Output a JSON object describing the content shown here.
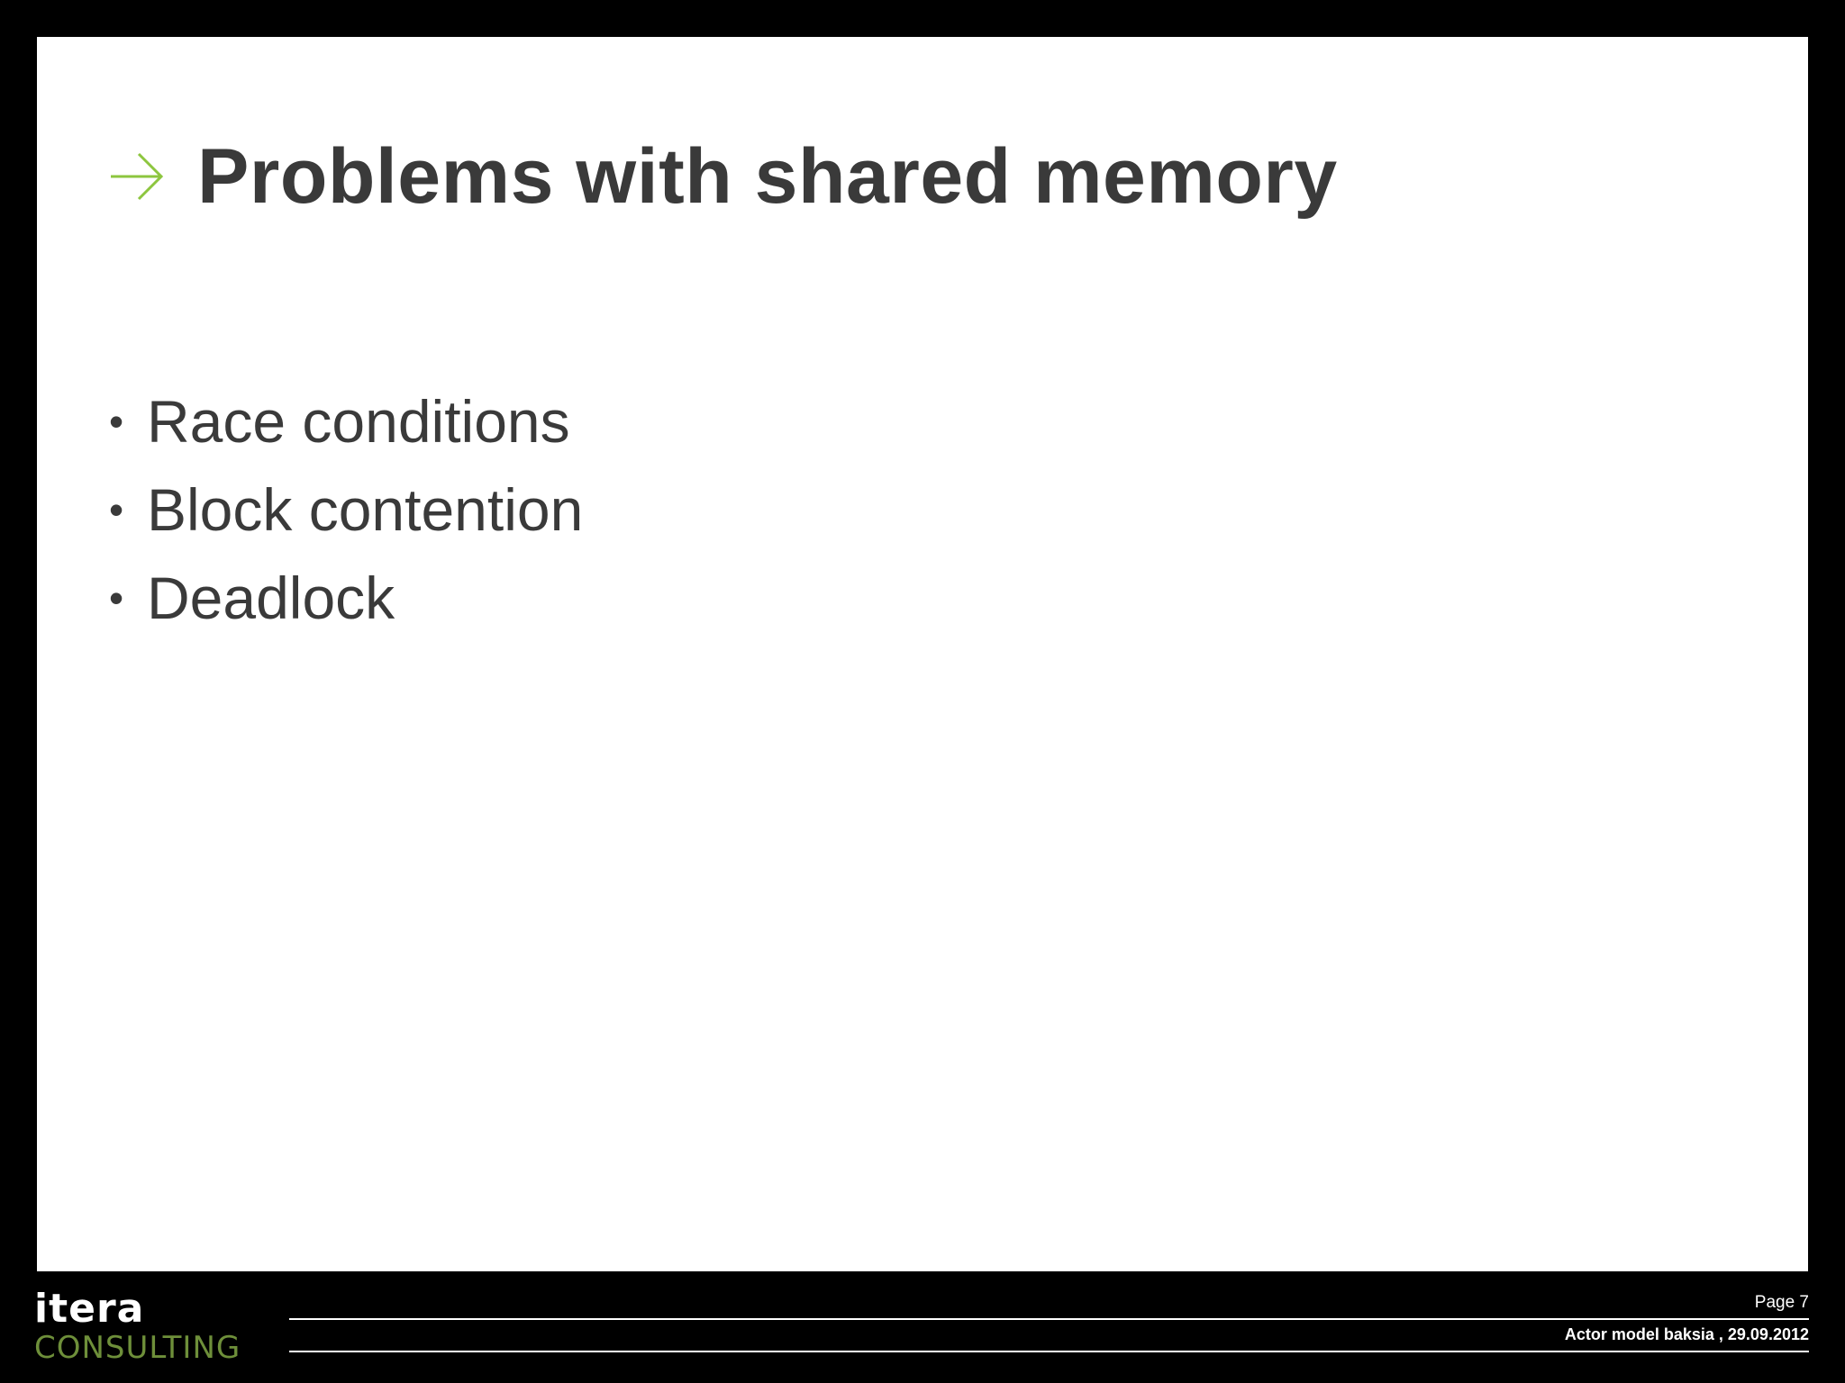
{
  "slide": {
    "title": "Problems with shared memory",
    "title_icon": "arrow-right-icon",
    "accent_color": "#8dc63f",
    "bullets": [
      "Race conditions",
      "Block contention",
      "Deadlock"
    ]
  },
  "footer": {
    "logo_line1": "itera",
    "logo_line2": "CONSULTING",
    "page_label": "Page 7",
    "caption": "Actor model baksia , 29.09.2012"
  }
}
